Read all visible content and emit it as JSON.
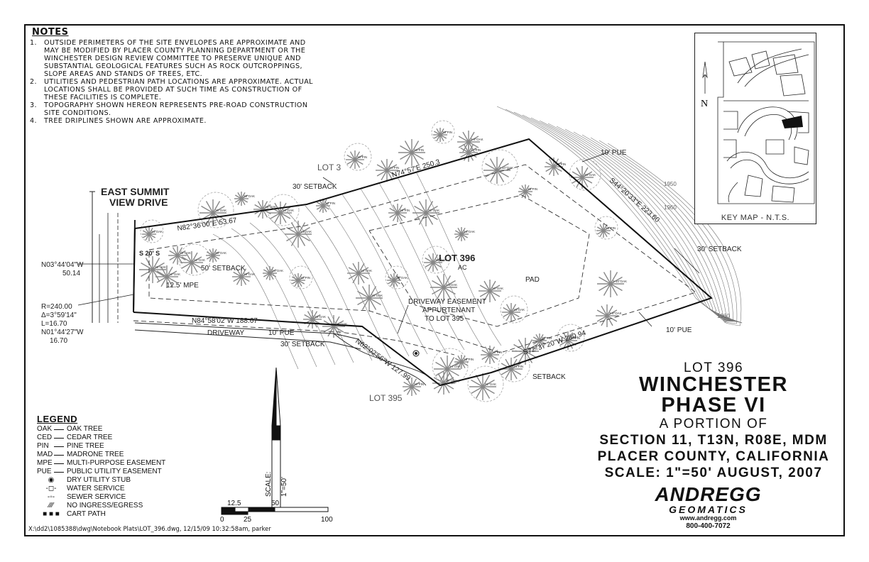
{
  "notes": {
    "heading": "NOTES",
    "items": [
      {
        "num": "1.",
        "text": "OUTSIDE PERIMETERS OF THE SITE ENVELOPES ARE APPROXIMATE AND MAY BE MODIFIED BY PLACER COUNTY PLANNING DEPARTMENT OR THE WINCHESTER DESIGN REVIEW COMMITTEE TO PRESERVE UNIQUE AND SUBSTANTIAL GEOLOGICAL FEATURES SUCH AS ROCK OUTCROPPINGS, SLOPE AREAS AND STANDS OF TREES, ETC."
      },
      {
        "num": "2.",
        "text": "UTILITIES AND PEDESTRIAN PATH LOCATIONS ARE APPROXIMATE. ACTUAL LOCATIONS SHALL BE PROVIDED AT SUCH TIME AS CONSTRUCTION OF THESE FACILITIES IS COMPLETE."
      },
      {
        "num": "3.",
        "text": "TOPOGRAPHY SHOWN HEREON REPRESENTS PRE-ROAD CONSTRUCTION SITE CONDITIONS."
      },
      {
        "num": "4.",
        "text": "TREE DRIPLINES SHOWN ARE APPROXIMATE."
      }
    ]
  },
  "key_map": {
    "label": "KEY MAP - N.T.S.",
    "north": "N"
  },
  "plan": {
    "street": [
      "EAST SUMMIT",
      "VIEW DRIVE"
    ],
    "lot_main": "LOT 396",
    "lot_main_area": "AC",
    "lot_north": "LOT 3",
    "lot_south": "LOT 395",
    "pad": "PAD",
    "bearings": {
      "north_line": "N82°36'00\"E 53.67",
      "north_line_2": "N74°57'E 250.3",
      "east_line": "S44°20'33\"E 223.60",
      "south_line": "S72°37'20\"W 280.94",
      "sw_line": "N62°02'56\"W 127.99",
      "driveway_line": "N84°58'02\"W 188.67",
      "frontage": "N03°44'04\"W",
      "frontage_dist": "50.14",
      "curve": [
        "R=240.00",
        "Δ=3°59'14\"",
        "L=16.70",
        "N01°44'27\"W",
        "16.70"
      ]
    },
    "labels": {
      "setback_north": "30' SETBACK",
      "setback_east": "30' SETBACK",
      "setback_south": "30' SETBACK",
      "setback_se": "SETBACK",
      "setback_front": "50' SETBACK",
      "setback_front_2": "S 20' S",
      "mpe": "12.5' MPE",
      "pue_ne": "10' PUE",
      "pue_se": "10' PUE",
      "pue_drive": "10' PUE",
      "driveway": "DRIVEWAY",
      "easement": [
        "DRIVEWAY EASEMENT",
        "APPURTENANT",
        "TO LOT 395"
      ],
      "contour_1950": "1950",
      "contour_1960": "1960",
      "contour_1960b": "1960"
    },
    "trees": [
      "24\"OAK",
      "18\"OAK",
      "12\"OAK",
      "15\"OAK",
      "20\"OAK",
      "16\"OAK",
      "10\"OAK",
      "14\"OAK",
      "12\"PIN",
      "18\"PIN",
      "24\"PIN",
      "16\"PIN",
      "20\"PIN",
      "14\"PIN",
      "3-8\"OAK",
      "2-10\"OAK",
      "15\"PIN",
      "10\"PIN",
      "30\"OAK",
      "22\"OAK"
    ]
  },
  "north_arrow": {
    "scale_label": "SCALE:",
    "scale_value": "1\"=50'"
  },
  "scale_bar": {
    "ticks": [
      "12.5",
      "50",
      "0",
      "25",
      "100"
    ]
  },
  "legend": {
    "heading": "LEGEND",
    "items": [
      {
        "code": "OAK",
        "desc": "OAK TREE"
      },
      {
        "code": "CED",
        "desc": "CEDAR TREE"
      },
      {
        "code": "PIN",
        "desc": "PINE TREE"
      },
      {
        "code": "MAD",
        "desc": "MADRONE TREE"
      },
      {
        "code": "MPE",
        "desc": "MULTI-PURPOSE EASEMENT"
      },
      {
        "code": "PUE",
        "desc": "PUBLIC UTILITY EASEMENT"
      },
      {
        "code": "",
        "glyph": "◉",
        "desc": "DRY UTILITY STUB"
      },
      {
        "code": "",
        "glyph": "-◻-",
        "desc": "WATER SERVICE"
      },
      {
        "code": "",
        "glyph": "-◦-",
        "desc": "SEWER SERVICE"
      },
      {
        "code": "",
        "glyph": "⁄⁄⁄⁄",
        "desc": "NO INGRESS/EGRESS"
      },
      {
        "code": "",
        "glyph": "■ ■ ■",
        "desc": "CART PATH"
      }
    ]
  },
  "title": {
    "lot": "LOT 396",
    "line1": "WINCHESTER",
    "line2": "PHASE VI",
    "line3": "A PORTION OF",
    "line4": "SECTION 11, T13N, R08E, MDM",
    "line5": "PLACER COUNTY, CALIFORNIA",
    "line6": "SCALE: 1\"=50' AUGUST, 2007"
  },
  "logo": {
    "name": "ANDREGG",
    "sub": "GEOMATICS",
    "url": "www.andregg.com",
    "phone": "800-400-7072"
  },
  "file_path": "X:\\dd2\\1085388\\dwg\\Notebook Plats\\LOT_396.dwg, 12/15/09 10:32:58am, parker"
}
